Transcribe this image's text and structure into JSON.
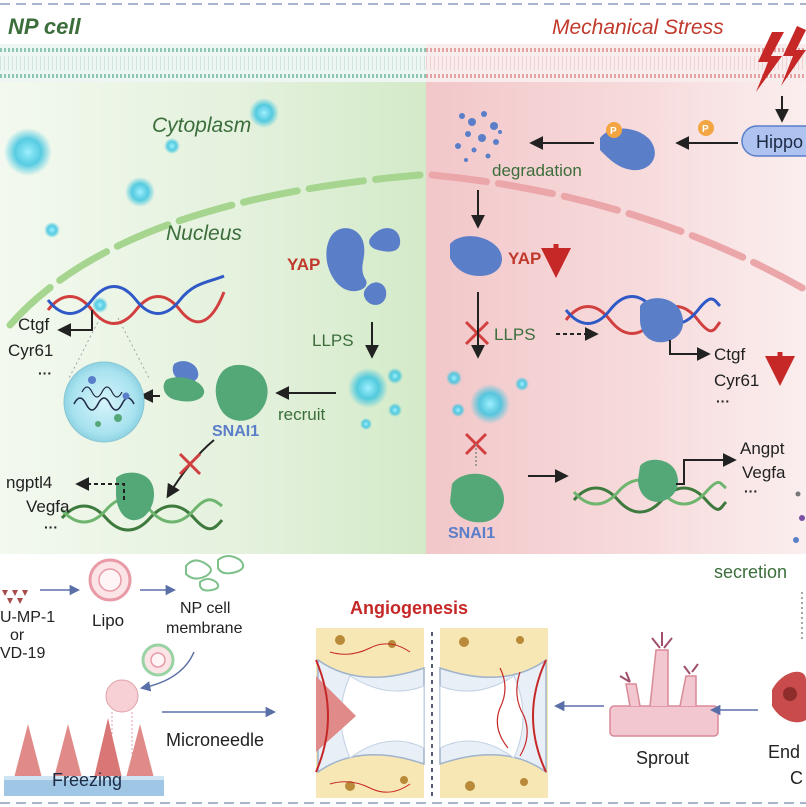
{
  "top_left_title": "NP cell",
  "top_right_title": "Mechanical Stress",
  "cytoplasm": "Cytoplasm",
  "nucleus": "Nucleus",
  "hippo": "Hippo",
  "phospho": "P",
  "degradation": "degradation",
  "yap": "YAP",
  "llps": "LLPS",
  "recruit": "recruit",
  "snai1": "SNAI1",
  "ctgf": "Ctgf",
  "cyr61": "Cyr61",
  "ellipsis": "···",
  "angptl4_left": "ngptl4",
  "vegfa_left": "Vegfa",
  "angptl4_right": "Angpt",
  "vegfa_right": "Vegfa",
  "secretion": "secretion",
  "bottom": {
    "drug_line1": "U-MP-1",
    "drug_line2": "or",
    "drug_line3": "VD-19",
    "lipo": "Lipo",
    "membrane_line1": "NP cell",
    "membrane_line2": "membrane",
    "freezing": "Freezing",
    "microneedle": "Microneedle",
    "angiogenesis": "Angiogenesis",
    "sprout": "Sprout",
    "endo_line1": "End",
    "endo_line2": "C"
  },
  "colors": {
    "green_text": "#3b6e3b",
    "red_text": "#c0392b",
    "arrow_red": "#c62828",
    "yap_blue": "#5b7ec9",
    "snai1_green": "#54a877",
    "droplet": "#3cc4e0"
  }
}
